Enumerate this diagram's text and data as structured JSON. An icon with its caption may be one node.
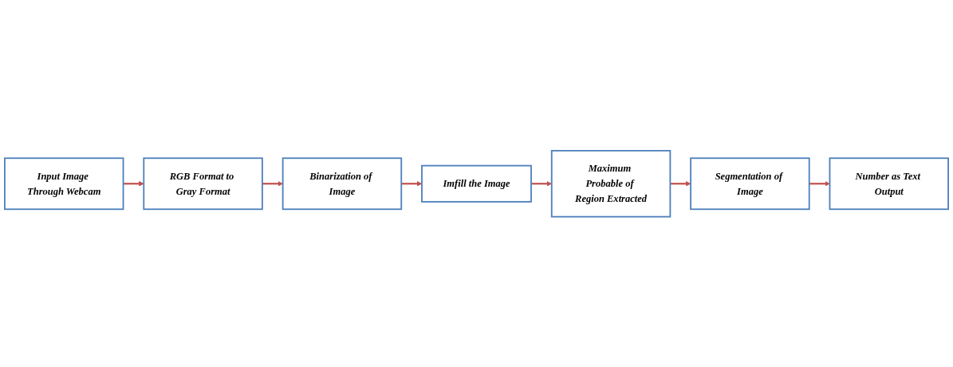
{
  "diagram": {
    "nodes": [
      {
        "text": [
          "Input Image Through Webcam"
        ]
      },
      {
        "text": [
          "RGB Format to Gray Format"
        ]
      },
      {
        "text": [
          "Binarization of Image"
        ]
      },
      {
        "text": [
          "Imfill the Image"
        ]
      },
      {
        "text": [
          "Maximum Probable of Region Extracted"
        ]
      },
      {
        "text": [
          "Segmentation of Image"
        ]
      },
      {
        "text": [
          "Number as Text Output"
        ]
      }
    ],
    "edges": [
      {
        "from": 0,
        "to": 1,
        "arrow": "to"
      },
      {
        "from": 1,
        "to": 2,
        "arrow": "to"
      },
      {
        "from": 2,
        "to": 3,
        "arrow": "to"
      },
      {
        "from": 3,
        "to": 4,
        "arrow": "to"
      },
      {
        "from": 4,
        "to": 5,
        "arrow": "to"
      },
      {
        "from": 5,
        "to": 6,
        "arrow": "to"
      }
    ]
  }
}
